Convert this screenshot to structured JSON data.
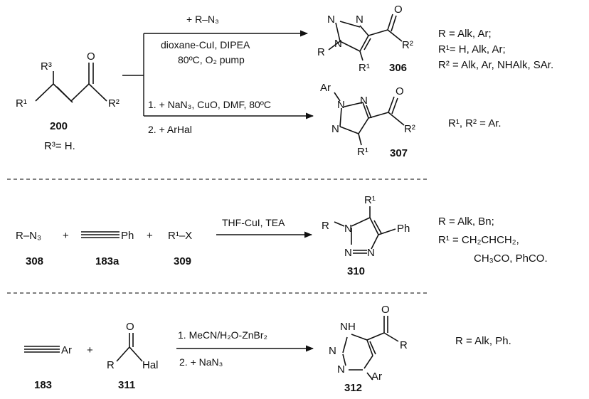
{
  "section1": {
    "compound_200": {
      "number": "200",
      "r3_note": "R³= H."
    },
    "route_a": {
      "reagent": "+ R–N₃",
      "conditions_line1": "dioxane-CuI, DIPEA",
      "conditions_line2": "80ºC, O₂ pump"
    },
    "route_b": {
      "step1": "1. + NaN₃, CuO, DMF, 80ºC",
      "step2": "2. + ArHal"
    },
    "product_306": {
      "number": "306"
    },
    "product_307": {
      "number": "307"
    },
    "notes_306": [
      "R = Alk, Ar;",
      "R¹= H, Alk, Ar;",
      "R² = Alk, Ar, NHAlk, SAr."
    ],
    "notes_307": "R¹, R² = Ar."
  },
  "section2": {
    "reactant_308": {
      "formula": "R–N₃",
      "number": "308"
    },
    "reactant_183a": {
      "formula": "Ph",
      "number": "183a"
    },
    "reactant_309": {
      "formula": "R¹–X",
      "number": "309"
    },
    "conditions": "THF-CuI, TEA",
    "product_310": {
      "number": "310"
    },
    "notes": [
      "R = Alk, Bn;",
      "R¹ = CH₂CHCH₂,",
      "CH₃CO, PhCO."
    ]
  },
  "section3": {
    "reactant_183": {
      "formula": "Ar",
      "number": "183"
    },
    "reactant_311": {
      "number": "311",
      "hal": "Hal"
    },
    "step1": "1. MeCN/H₂O-ZnBr₂",
    "step2": "2. + NaN₃",
    "product_312": {
      "number": "312"
    },
    "notes": "R = Alk, Ph."
  },
  "labels": {
    "R": "R",
    "R1": "R¹",
    "R2": "R²",
    "R3": "R³",
    "O": "O",
    "N": "N",
    "NH": "N",
    "H": "H",
    "Ar": "Ar",
    "Ph": "Ph",
    "plus": "+"
  }
}
